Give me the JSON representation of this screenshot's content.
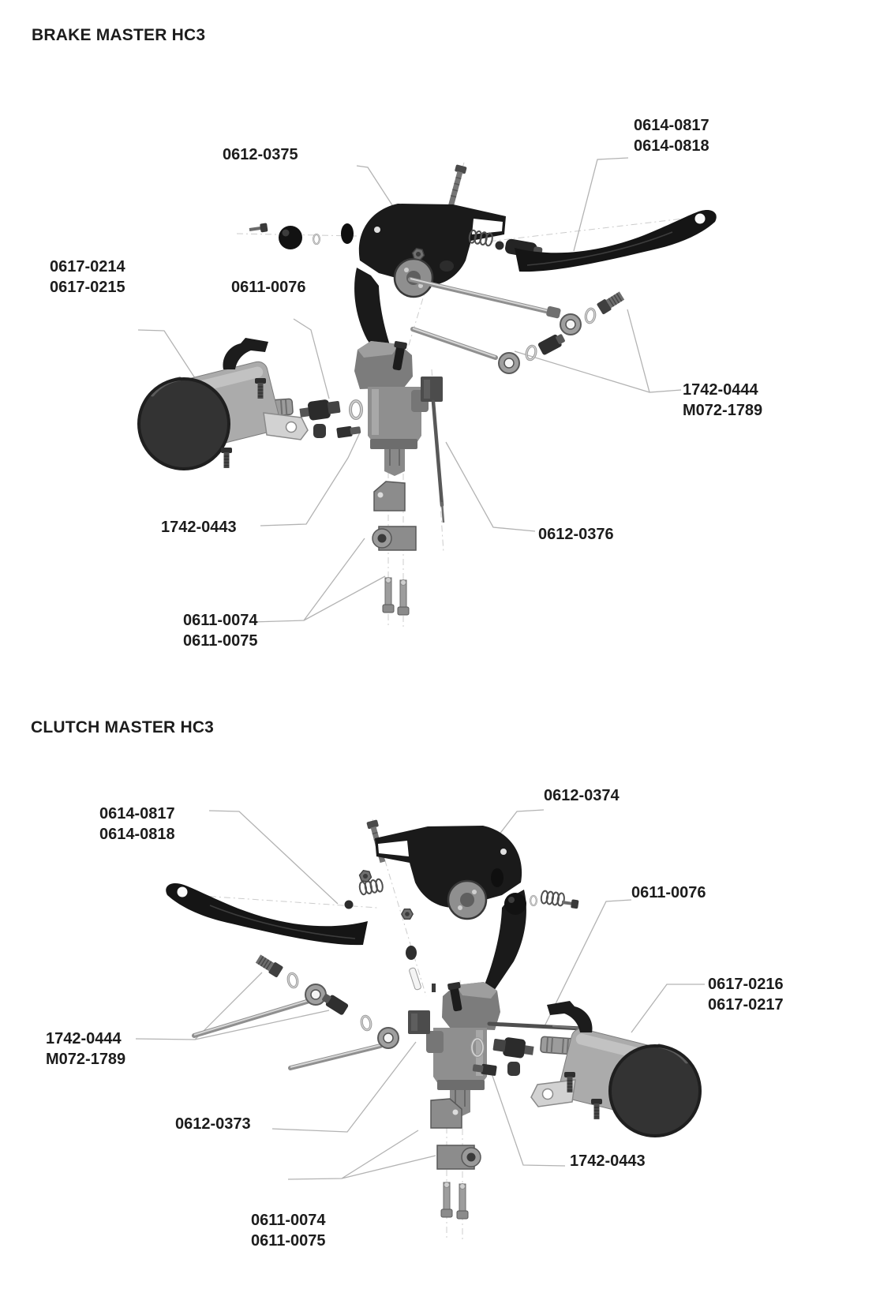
{
  "palette": {
    "background": "#ffffff",
    "text": "#1c1c1c",
    "leader_line": "#b3b3b3",
    "part_black": "#151515",
    "part_gray": "#8f8f8f"
  },
  "brake_master": {
    "title": "BRAKE MASTER HC3",
    "labels": {
      "lever": {
        "line1": "0612-0375"
      },
      "blade_lever": {
        "line1": "0614-0817",
        "line2": "0614-0818"
      },
      "reservoir": {
        "line1": "0617-0214",
        "line2": "0617-0215"
      },
      "rebuild_kit": {
        "line1": "0611-0076"
      },
      "banjo_bolt_kit": {
        "line1": "1742-0444",
        "line2": "M072-1789"
      },
      "fitting_kit": {
        "line1": "1742-0443"
      },
      "pushrod": {
        "line1": "0612-0376"
      },
      "clamp_bolts": {
        "line1": "0611-0074",
        "line2": "0611-0075"
      }
    }
  },
  "clutch_master": {
    "title": "CLUTCH MASTER HC3",
    "labels": {
      "blade_lever": {
        "line1": "0614-0817",
        "line2": "0614-0818"
      },
      "lever": {
        "line1": "0612-0374"
      },
      "rebuild_kit": {
        "line1": "0611-0076"
      },
      "reservoir": {
        "line1": "0617-0216",
        "line2": "0617-0217"
      },
      "banjo_bolt_kit": {
        "line1": "1742-0444",
        "line2": "M072-1789"
      },
      "master_cylinder": {
        "line1": "0612-0373"
      },
      "fitting_kit": {
        "line1": "1742-0443"
      },
      "clamp_bolts": {
        "line1": "0611-0074",
        "line2": "0611-0075"
      }
    }
  }
}
